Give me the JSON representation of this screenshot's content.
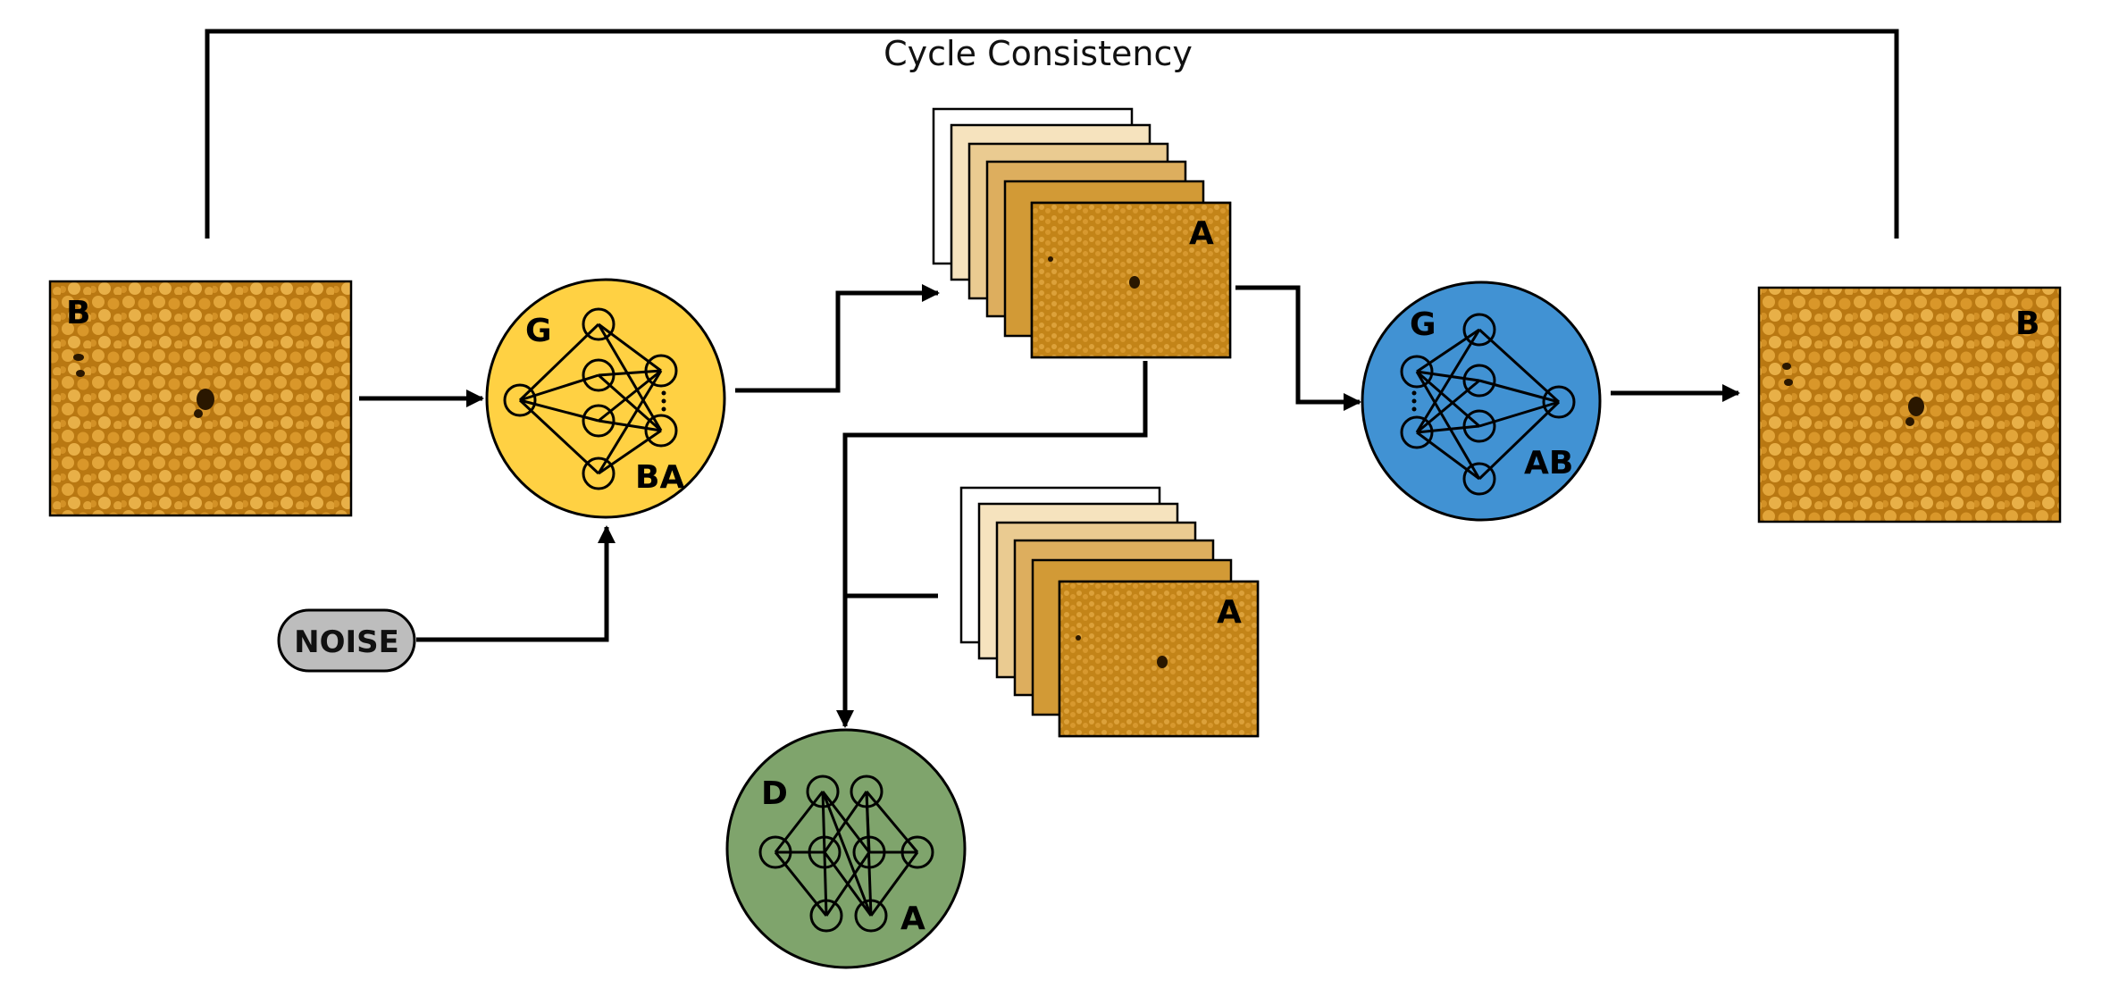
{
  "title": "Cycle Consistency",
  "colors": {
    "generator_ba": "#FFD143",
    "generator_ab": "#4192D3",
    "discriminator": "#7FA46C",
    "image_base": "#C8860F",
    "noise_fill": "#BDBDBD"
  },
  "images": {
    "input_b": {
      "label": "B"
    },
    "output_b": {
      "label": "B"
    },
    "stack_generated": {
      "label": "A"
    },
    "stack_real": {
      "label": "A"
    }
  },
  "networks": {
    "generator_ba": {
      "letter": "G",
      "subscript": "BA"
    },
    "generator_ab": {
      "letter": "G",
      "subscript": "AB"
    },
    "discriminator_a": {
      "letter": "D",
      "subscript": "A"
    }
  },
  "noise": {
    "label": "NOISE"
  }
}
